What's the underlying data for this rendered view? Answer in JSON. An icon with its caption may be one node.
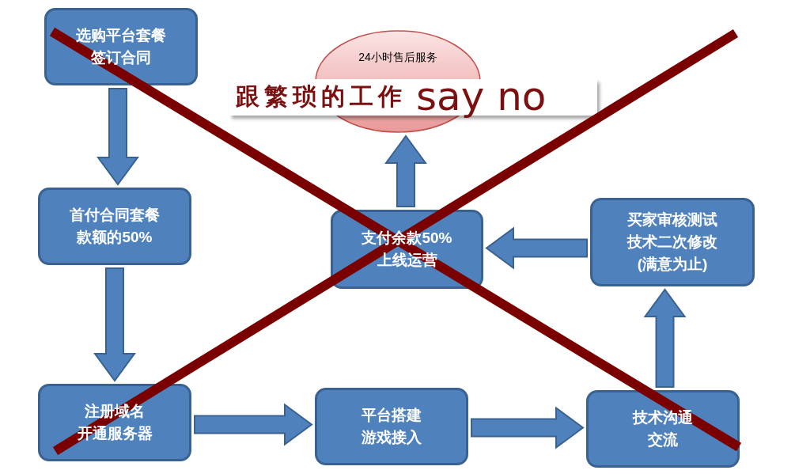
{
  "diagram": {
    "nodes": [
      {
        "text": [
          "选购平台套餐签订合同"
        ]
      },
      {
        "text": [
          "首付合同套餐款额的50%"
        ]
      },
      {
        "text": [
          "注册域名开通服务器"
        ]
      },
      {
        "text": [
          "平台搭建游戏接入"
        ]
      },
      {
        "text": [
          "技术沟通交流"
        ]
      },
      {
        "text": [
          "买家审核测试技术二次修改(满意为止)"
        ]
      },
      {
        "text": [
          "支付余款50%上线运营"
        ]
      },
      {
        "text": [
          "24小时售后服务"
        ]
      }
    ],
    "edges": [
      {
        "from": 0,
        "to": 1,
        "arrow": "to"
      },
      {
        "from": 1,
        "to": 2,
        "arrow": "to"
      },
      {
        "from": 2,
        "to": 3,
        "arrow": "to"
      },
      {
        "from": 3,
        "to": 4,
        "arrow": "to"
      },
      {
        "from": 4,
        "to": 5,
        "arrow": "to"
      },
      {
        "from": 5,
        "to": 6,
        "arrow": "to"
      },
      {
        "from": 6,
        "to": 7,
        "arrow": "to"
      }
    ],
    "labels": [
      "跟繁琐的工作",
      "say no"
    ]
  }
}
